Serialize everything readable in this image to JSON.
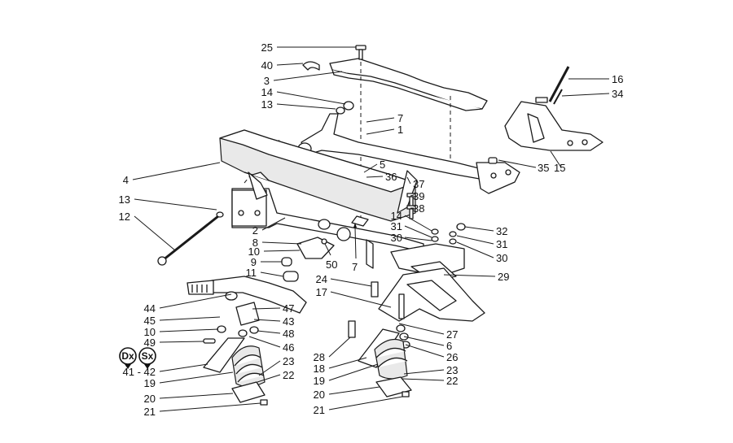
{
  "diagram": {
    "callouts": [
      {
        "id": "c-25-top",
        "number": "25"
      },
      {
        "id": "c-40",
        "number": "40"
      },
      {
        "id": "c-3",
        "number": "3"
      },
      {
        "id": "c-14-top",
        "number": "14"
      },
      {
        "id": "c-13-top",
        "number": "13"
      },
      {
        "id": "c-7-top",
        "number": "7"
      },
      {
        "id": "c-1",
        "number": "1"
      },
      {
        "id": "c-4",
        "number": "4"
      },
      {
        "id": "c-5",
        "number": "5"
      },
      {
        "id": "c-36",
        "number": "36"
      },
      {
        "id": "c-37",
        "number": "37"
      },
      {
        "id": "c-39",
        "number": "39"
      },
      {
        "id": "c-38",
        "number": "38"
      },
      {
        "id": "c-13-left",
        "number": "13"
      },
      {
        "id": "c-12",
        "number": "12"
      },
      {
        "id": "c-2",
        "number": "2"
      },
      {
        "id": "c-8",
        "number": "8"
      },
      {
        "id": "c-10-mid",
        "number": "10"
      },
      {
        "id": "c-9",
        "number": "9"
      },
      {
        "id": "c-11",
        "number": "11"
      },
      {
        "id": "c-50",
        "number": "50"
      },
      {
        "id": "c-7-low",
        "number": "7"
      },
      {
        "id": "c-14-right",
        "number": "14"
      },
      {
        "id": "c-31-a",
        "number": "31"
      },
      {
        "id": "c-30-a",
        "number": "30"
      },
      {
        "id": "c-32",
        "number": "32"
      },
      {
        "id": "c-31-b",
        "number": "31"
      },
      {
        "id": "c-30-b",
        "number": "30"
      },
      {
        "id": "c-29",
        "number": "29"
      },
      {
        "id": "c-16",
        "number": "16"
      },
      {
        "id": "c-34",
        "number": "34"
      },
      {
        "id": "c-35",
        "number": "35"
      },
      {
        "id": "c-15",
        "number": "15"
      },
      {
        "id": "c-24",
        "number": "24"
      },
      {
        "id": "c-17",
        "number": "17"
      },
      {
        "id": "c-44",
        "number": "44"
      },
      {
        "id": "c-45",
        "number": "45"
      },
      {
        "id": "c-47",
        "number": "47"
      },
      {
        "id": "c-43",
        "number": "43"
      },
      {
        "id": "c-10-low",
        "number": "10"
      },
      {
        "id": "c-48",
        "number": "48"
      },
      {
        "id": "c-49",
        "number": "49"
      },
      {
        "id": "c-46",
        "number": "46"
      },
      {
        "id": "c-41-42",
        "number": "41 - 42"
      },
      {
        "id": "c-23-left",
        "number": "23"
      },
      {
        "id": "c-22-left",
        "number": "22"
      },
      {
        "id": "c-19-left",
        "number": "19"
      },
      {
        "id": "c-20-left",
        "number": "20"
      },
      {
        "id": "c-21-left",
        "number": "21"
      },
      {
        "id": "c-27",
        "number": "27"
      },
      {
        "id": "c-6",
        "number": "6"
      },
      {
        "id": "c-26",
        "number": "26"
      },
      {
        "id": "c-28",
        "number": "28"
      },
      {
        "id": "c-18",
        "number": "18"
      },
      {
        "id": "c-23-right",
        "number": "23"
      },
      {
        "id": "c-19-right",
        "number": "19"
      },
      {
        "id": "c-22-right",
        "number": "22"
      },
      {
        "id": "c-20-right",
        "number": "20"
      },
      {
        "id": "c-21-right",
        "number": "21"
      }
    ],
    "badges": {
      "dx": "Dx",
      "sx": "Sx"
    }
  }
}
